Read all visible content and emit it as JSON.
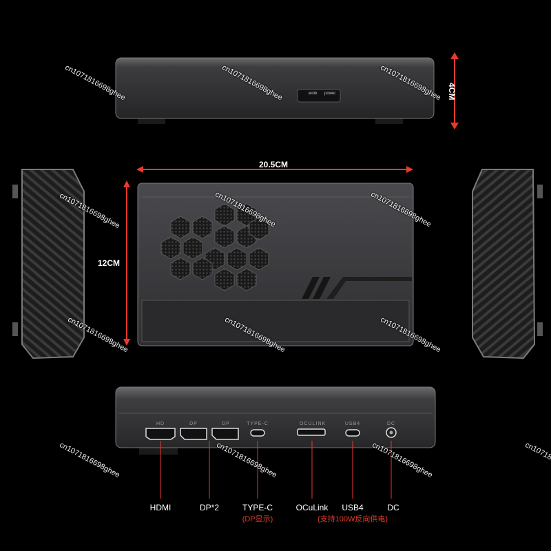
{
  "dimensions": {
    "width": "20.5CM",
    "depth": "12CM",
    "height": "4CM"
  },
  "indicators": {
    "work": "work",
    "power": "power"
  },
  "port_labels_on_device": [
    "HD",
    "DP",
    "DP",
    "TYPE-C",
    "OCULINK",
    "USB4",
    "DC"
  ],
  "ports": [
    {
      "name": "HDMI",
      "note": ""
    },
    {
      "name": "DP*2",
      "note": ""
    },
    {
      "name": "TYPE-C",
      "note": "(DP显示)"
    },
    {
      "name": "OCuLink",
      "note": ""
    },
    {
      "name": "USB4",
      "note": "(支持100W反向供电)"
    },
    {
      "name": "DC",
      "note": ""
    }
  ],
  "watermark": "cn1071816698ghee",
  "colors": {
    "background": "#000000",
    "accent": "#e83a2c",
    "body": "#3a3a3c"
  }
}
